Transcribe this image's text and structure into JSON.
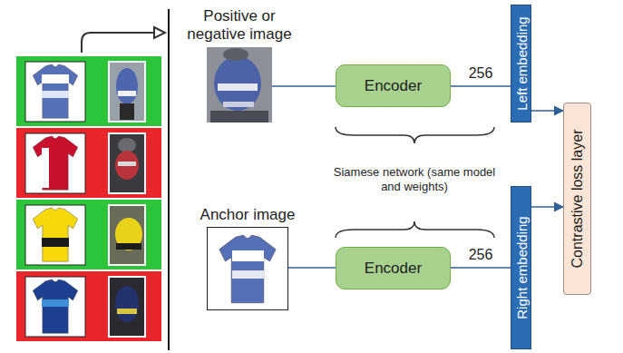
{
  "diagram": {
    "nodes": [
      {
        "text": [
          "Positive or negative image"
        ]
      },
      {
        "text": [
          "Encoder"
        ]
      },
      {
        "text": [
          "Left embedding"
        ]
      },
      {
        "text": [
          "Anchor image"
        ]
      },
      {
        "text": [
          "Encoder"
        ]
      },
      {
        "text": [
          "Right embedding"
        ]
      },
      {
        "text": [
          "Contrastive loss layer"
        ]
      }
    ],
    "edges": [
      {
        "from": 0,
        "to": 1,
        "arrow": "none"
      },
      {
        "from": 1,
        "to": 2,
        "label": "256",
        "arrow": "none"
      },
      {
        "from": 3,
        "to": 4,
        "arrow": "none"
      },
      {
        "from": 4,
        "to": 5,
        "label": "256",
        "arrow": "none"
      },
      {
        "from": 2,
        "to": 6,
        "arrow": "to"
      },
      {
        "from": 5,
        "to": 6,
        "arrow": "to"
      }
    ],
    "labels": [
      "Siamese network (same model and weights)"
    ]
  }
}
